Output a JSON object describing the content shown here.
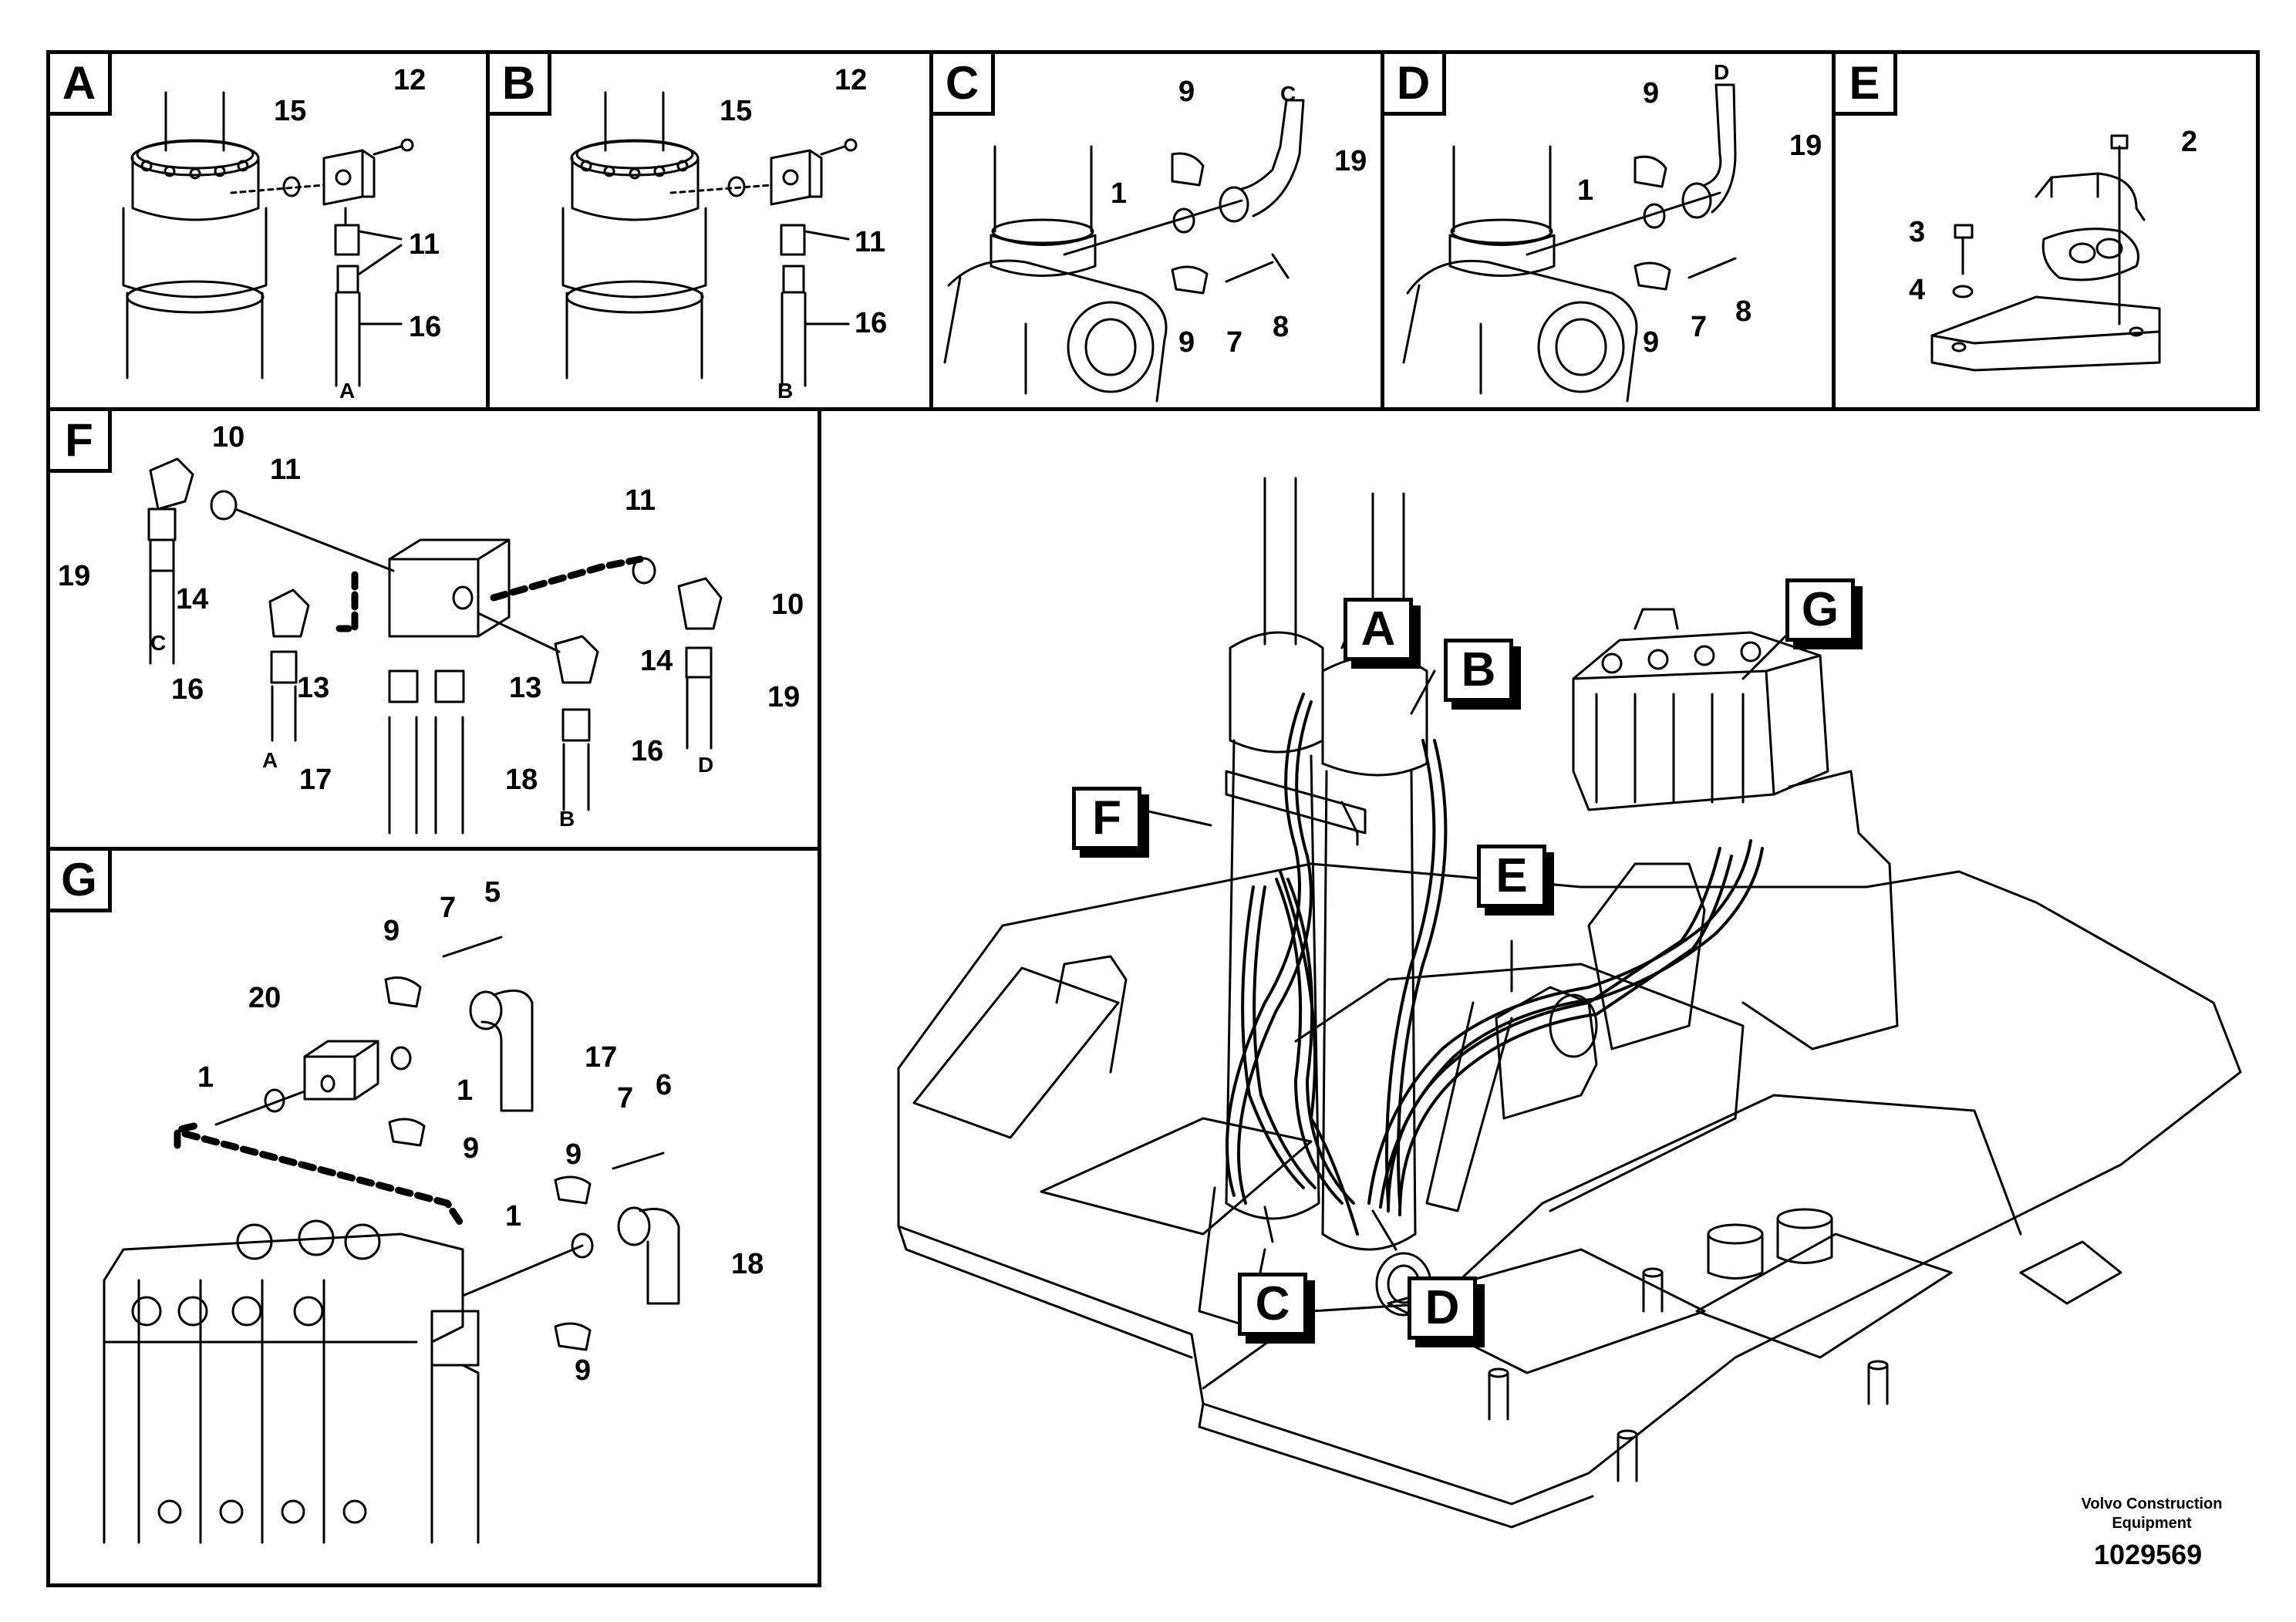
{
  "panels": {
    "a": {
      "tag": "A",
      "labels": [
        "12",
        "15",
        "11",
        "16"
      ],
      "end": "A"
    },
    "b": {
      "tag": "B",
      "labels": [
        "12",
        "15",
        "11",
        "16"
      ],
      "end": "B"
    },
    "c": {
      "tag": "C",
      "labels": [
        "9",
        "1",
        "19",
        "9",
        "7",
        "8"
      ],
      "end": "C"
    },
    "d": {
      "tag": "D",
      "labels": [
        "9",
        "1",
        "19",
        "9",
        "7",
        "8"
      ],
      "end": "D"
    },
    "e": {
      "tag": "E",
      "labels": [
        "2",
        "3",
        "4"
      ]
    },
    "f": {
      "tag": "F",
      "labels": [
        "10",
        "11",
        "19",
        "14",
        "11",
        "10",
        "14",
        "16",
        "13",
        "13",
        "19",
        "17",
        "18",
        "16"
      ],
      "ends": [
        "C",
        "A",
        "B",
        "D"
      ]
    },
    "g": {
      "tag": "G",
      "labels": [
        "9",
        "7",
        "5",
        "20",
        "1",
        "17",
        "1",
        "9",
        "9",
        "7",
        "6",
        "1",
        "18",
        "9"
      ]
    }
  },
  "callouts": [
    "A",
    "B",
    "C",
    "D",
    "E",
    "F",
    "G"
  ],
  "credit": {
    "line1": "Volvo Construction",
    "line2": "Equipment"
  },
  "doc_number": "1029569"
}
